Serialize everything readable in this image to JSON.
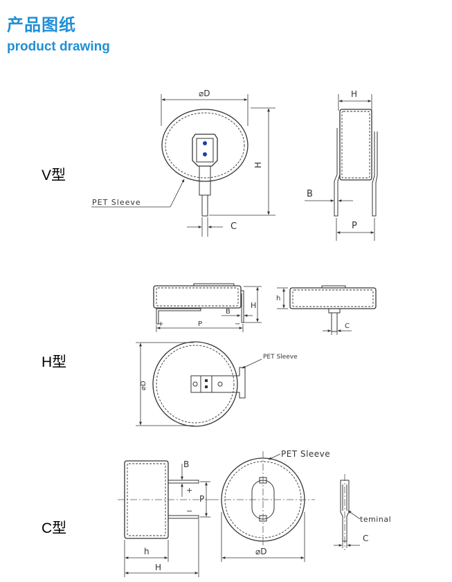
{
  "header": {
    "title_cn": "产品图纸",
    "title_en": "product drawing"
  },
  "colors": {
    "title": "#1f8fd6",
    "line": "#333333",
    "terminal_dot": "#1c3fa0"
  },
  "types": [
    {
      "label": "V型",
      "dims": {
        "diameter": "⌀D",
        "height": "H",
        "width": "H",
        "pin": "C",
        "offset": "B",
        "pitch": "P"
      },
      "sleeve": "PET Sleeve"
    },
    {
      "label": "H型",
      "dims": {
        "height": "H",
        "offset": "B",
        "pitch": "P",
        "diameter": "⌀D",
        "small_h": "h",
        "pin": "C",
        "plus": "+",
        "minus": "−"
      },
      "sleeve": "PET Sleeve"
    },
    {
      "label": "C型",
      "dims": {
        "offset": "B",
        "pitch": "P",
        "small_h": "h",
        "height": "H",
        "diameter": "⌀D",
        "pin": "C",
        "plus": "+",
        "minus": "−"
      },
      "sleeve": "PET Sleeve",
      "terminal": "teminal"
    }
  ]
}
